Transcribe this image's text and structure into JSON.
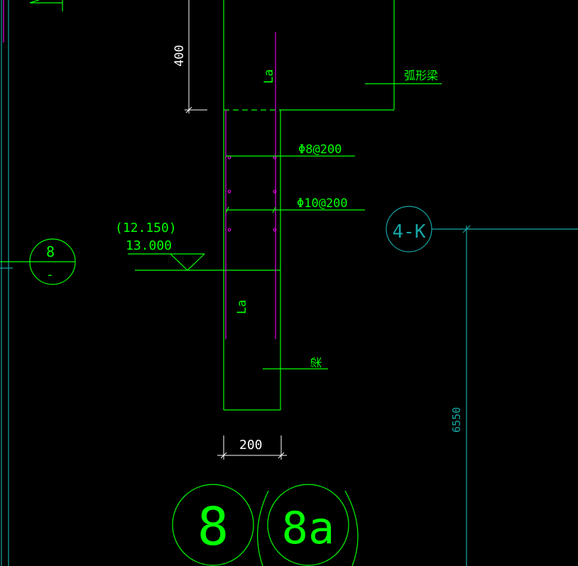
{
  "dimensions": {
    "top_height": "400",
    "column_width": "200",
    "vertical_span": "6550"
  },
  "labels": {
    "anchorage_top": "La",
    "anchorage_bottom": "La",
    "arc_beam": "弧形梁",
    "beam": "梁",
    "stirrup_upper": "Φ8@200",
    "stirrup_lower": "Φ10@200",
    "elev_bracket": "(12.150)",
    "elev_value": "13.000"
  },
  "axes": {
    "small_axis_number": "8",
    "small_axis_sub": "-",
    "grid_4k": "4-K",
    "big_axis_a": "8",
    "big_axis_b": "8a"
  },
  "colors": {
    "green": "#00ff00",
    "cyan": "#16a6a6",
    "magenta": "#e000e0",
    "white": "#ffffff",
    "background": "#000000"
  }
}
